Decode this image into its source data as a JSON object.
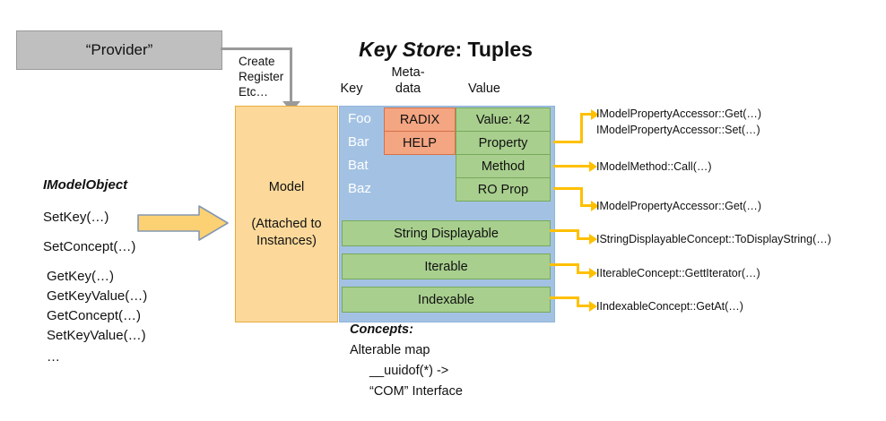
{
  "title": {
    "emphasis": "Key Store",
    "rest": ": Tuples"
  },
  "provider": {
    "label": "“Provider”"
  },
  "provider_connector": {
    "label": "Create\nRegister\nEtc…",
    "line1": "Create",
    "line2": "Register",
    "line3": "Etc…",
    "color": "#9a9a9a"
  },
  "columns": {
    "key": "Key",
    "metadata_line1": "Meta-",
    "metadata_line2": "data",
    "value": "Value"
  },
  "model_box": {
    "line1": "Model",
    "line2": "(Attached to",
    "line3": "Instances)",
    "fill": "#fcd99a",
    "border": "#e8ab3c"
  },
  "table": {
    "panel_fill": "#a3c2e3",
    "keys": [
      "Foo",
      "Bar",
      "Bat",
      "Baz"
    ],
    "metadata": [
      {
        "label": "RADIX",
        "fill": "#f4a582"
      },
      {
        "label": "HELP",
        "fill": "#f4a582"
      }
    ],
    "values": [
      {
        "label": "Value: 42",
        "fill": "#a8cf8e"
      },
      {
        "label": "Property",
        "fill": "#a8cf8e"
      },
      {
        "label": "Method",
        "fill": "#a8cf8e"
      },
      {
        "label": "RO Prop",
        "fill": "#a8cf8e"
      }
    ],
    "concept_rows": [
      {
        "label": "String Displayable",
        "fill": "#a8cf8e"
      },
      {
        "label": "Iterable",
        "fill": "#a8cf8e"
      },
      {
        "label": "Indexable",
        "fill": "#a8cf8e"
      }
    ]
  },
  "callouts": {
    "connector_color": "#ffc000",
    "items": [
      "IModelPropertyAccessor::Get(…)",
      "IModelPropertyAccessor::Set(…)",
      "IModelMethod::Call(…)",
      "IModelPropertyAccessor::Get(…)",
      "IStringDisplayableConcept::ToDisplayString(…)",
      "IIterableConcept::GettIterator(…)",
      "IIndexableConcept::GetAt(…)"
    ]
  },
  "imodelobject": {
    "title": "IModelObject",
    "methods": [
      "SetKey(…)",
      "SetConcept(…)",
      "GetKey(…)",
      "GetKeyValue(…)",
      "GetConcept(…)",
      "SetKeyValue(…)",
      "…"
    ]
  },
  "concepts": {
    "title": "Concepts:",
    "line1": "Alterable map",
    "line2": "__uuidof(*) ->",
    "line3": "“COM” Interface"
  }
}
